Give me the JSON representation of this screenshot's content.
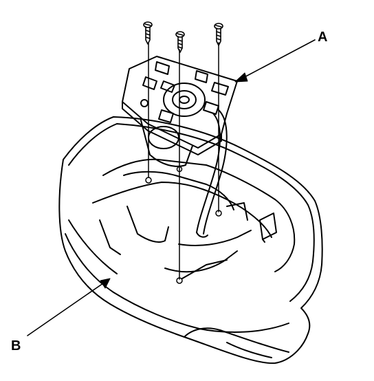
{
  "callouts": {
    "a": "A",
    "b": "B"
  },
  "parts": {
    "screw": "screw-icon",
    "bracket": "mounting-bracket",
    "console": "console-housing"
  },
  "colors": {
    "ink": "#000000",
    "paper": "#ffffff"
  }
}
